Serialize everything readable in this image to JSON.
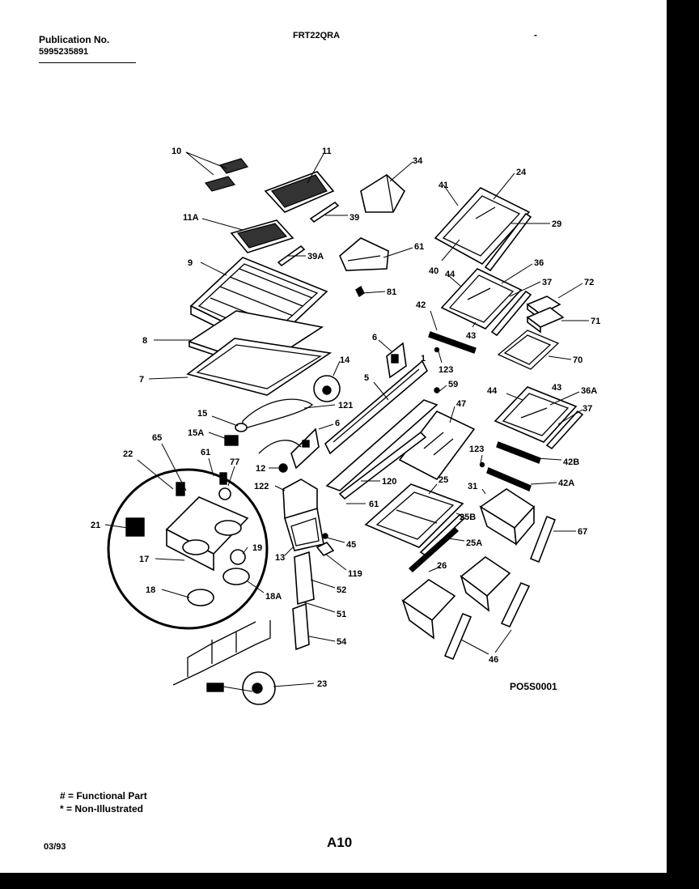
{
  "header": {
    "publication_label": "Publication No.",
    "publication_number": "5995235891",
    "model": "FRT22QRA"
  },
  "diagram": {
    "reference_code": "PO5S0001",
    "callouts": {
      "c10": "10",
      "c11": "11",
      "c11a": "11A",
      "c39": "39",
      "c39a": "39A",
      "c34": "34",
      "c61a": "61",
      "c81a": "81",
      "c41": "41",
      "c24": "24",
      "c29": "29",
      "c40": "40",
      "c44a": "44",
      "c36": "36",
      "c37a": "37",
      "c72": "72",
      "c71": "71",
      "c42": "42",
      "c43a": "43",
      "c70": "70",
      "c123a": "123",
      "c9": "9",
      "c8": "8",
      "c7": "7",
      "c14": "14",
      "c6a": "6",
      "c5": "5",
      "c1": "1",
      "c59": "59",
      "c47": "47",
      "c44b": "44",
      "c43b": "43",
      "c36a": "36A",
      "c37b": "37",
      "c121": "121",
      "c15": "15",
      "c15a": "15A",
      "c6b": "6",
      "c12": "12",
      "c122": "122",
      "c120": "120",
      "c61b": "61",
      "c25": "25",
      "c25b": "25B",
      "c25a": "25A",
      "c31": "31",
      "c123b": "123",
      "c42b": "42B",
      "c42a": "42A",
      "c67": "67",
      "c65": "65",
      "c22": "22",
      "c61c": "61",
      "c77": "77",
      "c21": "21",
      "c17": "17",
      "c19": "19",
      "c18": "18",
      "c18a": "18A",
      "c13": "13",
      "c45": "45",
      "c119": "119",
      "c52": "52",
      "c51": "51",
      "c54": "54",
      "c26": "26",
      "c46": "46",
      "c23": "23"
    }
  },
  "legend": {
    "functional": "# = Functional Part",
    "non_illustrated": "* = Non-Illustrated"
  },
  "footer": {
    "date": "03/93",
    "page": "A10"
  }
}
